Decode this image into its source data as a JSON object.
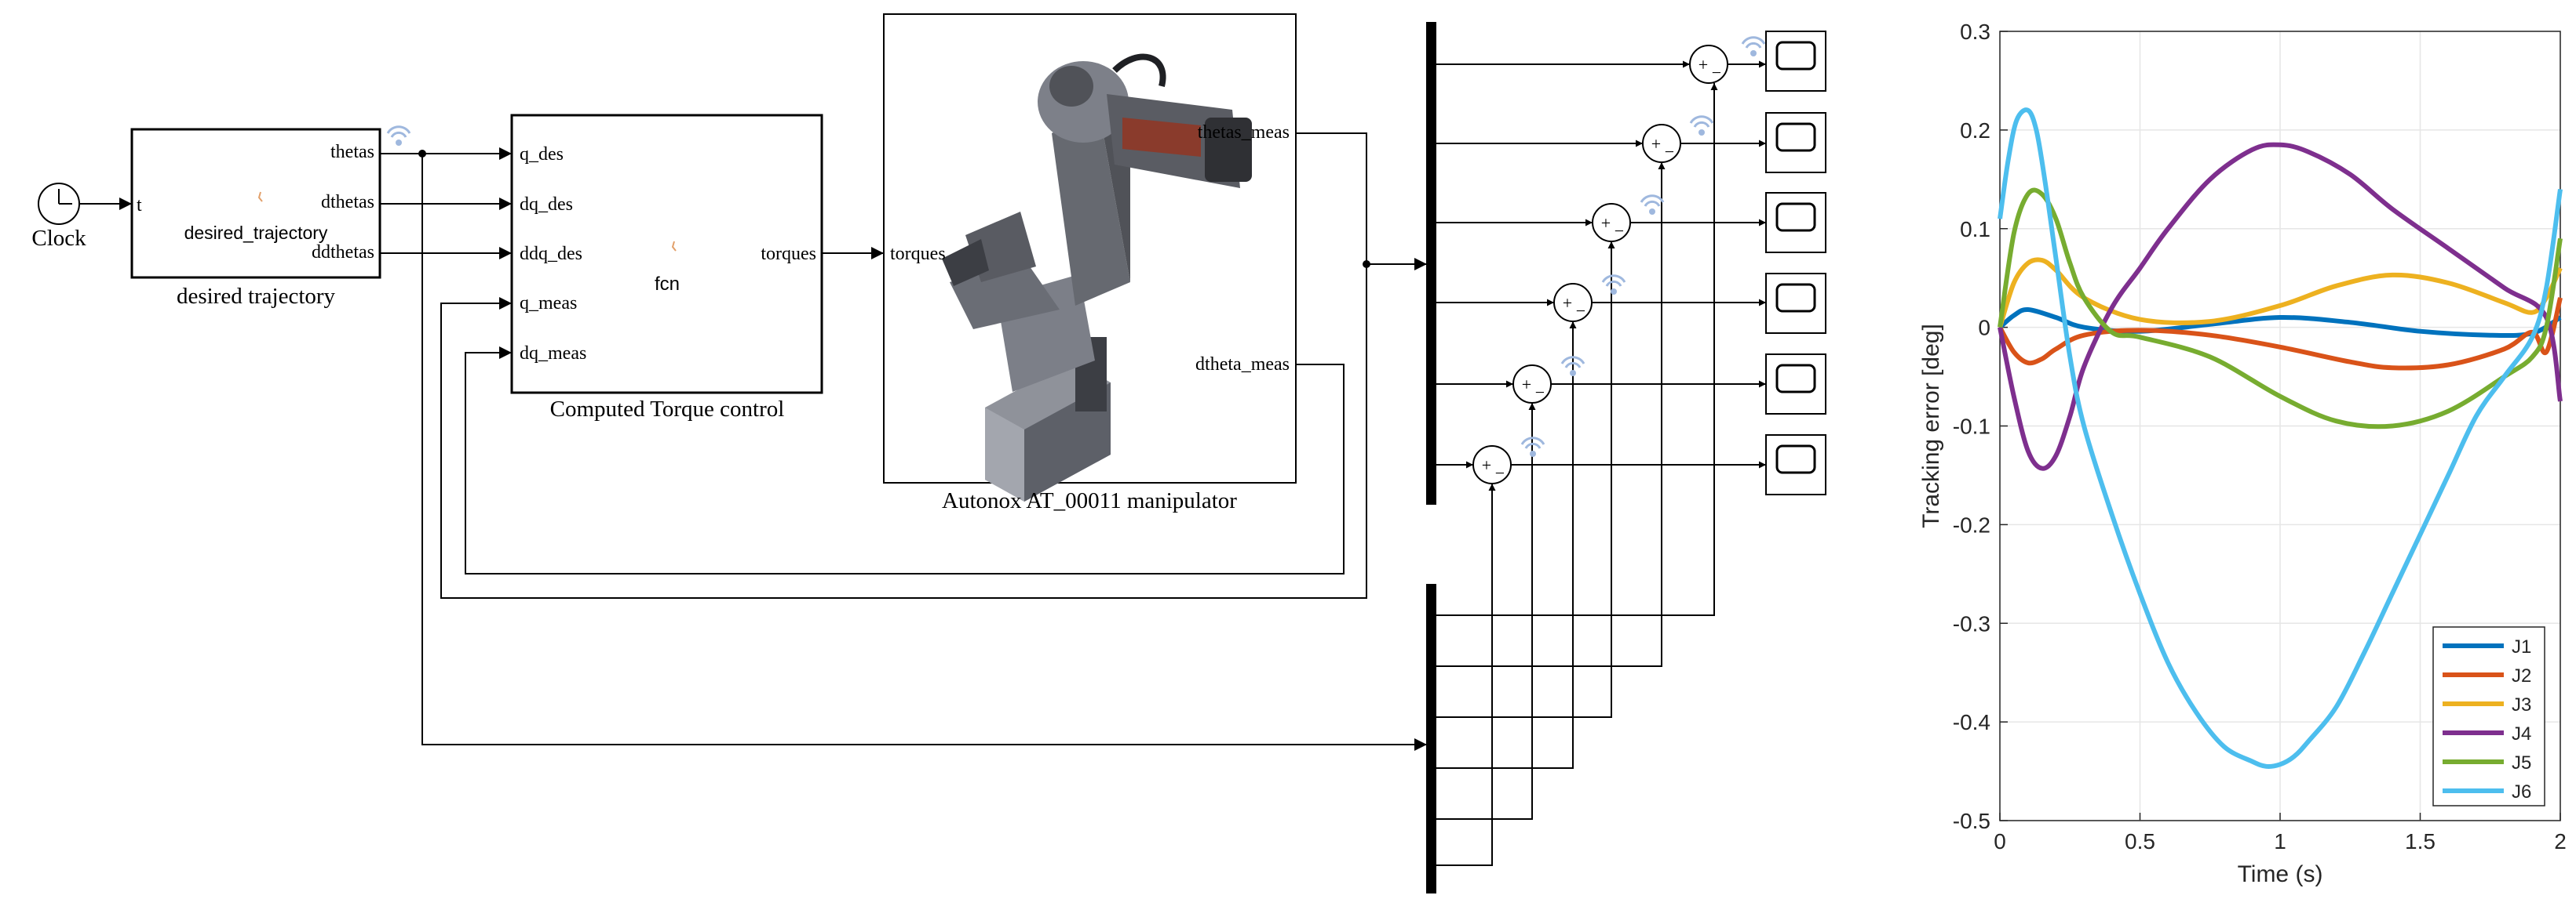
{
  "diagram": {
    "clock_label": "Clock",
    "traj_block_caption": "desired trajectory",
    "traj_block_inner": "desired_trajectory",
    "traj_in_port": "t",
    "traj_out_ports": [
      "thetas",
      "dthetas",
      "ddthetas"
    ],
    "ctrl_in_ports": [
      "q_des",
      "dq_des",
      "ddq_des",
      "q_meas",
      "dq_meas"
    ],
    "ctrl_inner": "fcn",
    "ctrl_out_port": "torques",
    "ctrl_caption": "Computed Torque control",
    "robot_in_port": "torques",
    "robot_out_ports": [
      "thetas_meas",
      "dtheta_meas"
    ],
    "robot_caption": "Autonox AT_00011 manipulator",
    "sum_plus": "+",
    "sum_minus": "−"
  },
  "colors": {
    "j1": "#0072BD",
    "j2": "#D95319",
    "j3": "#EDB120",
    "j4": "#7E2F8E",
    "j5": "#77AC30",
    "j6": "#4DBEEE",
    "wifi": "#9fb8de",
    "robot_body": "#6b6e76",
    "accent": "#e2a06a"
  },
  "chart_data": {
    "type": "line",
    "xlabel": "Time (s)",
    "ylabel": "Tracking error [deg]",
    "xlim": [
      0,
      2
    ],
    "ylim": [
      -0.5,
      0.3
    ],
    "x_ticks": [
      "0",
      "0.5",
      "1",
      "1.5",
      "2"
    ],
    "y_ticks": [
      "0.3",
      "0.2",
      "0.1",
      "0",
      "-0.1",
      "-0.2",
      "-0.3",
      "-0.4",
      "-0.5"
    ],
    "grid": true,
    "legend_position": "bottom-right",
    "series": [
      {
        "name": "J1",
        "color": "#0072BD",
        "x": [
          0,
          0.05,
          0.1,
          0.2,
          0.3,
          0.5,
          0.75,
          1.0,
          1.25,
          1.5,
          1.75,
          1.9,
          2.0
        ],
        "y": [
          0,
          0.012,
          0.018,
          0.01,
          0.0,
          -0.004,
          0.003,
          0.01,
          0.005,
          -0.004,
          -0.008,
          -0.006,
          0.01
        ]
      },
      {
        "name": "J2",
        "color": "#D95319",
        "x": [
          0,
          0.05,
          0.1,
          0.15,
          0.2,
          0.3,
          0.5,
          0.75,
          1.0,
          1.25,
          1.4,
          1.6,
          1.8,
          1.9,
          1.95,
          2.0
        ],
        "y": [
          0,
          -0.025,
          -0.036,
          -0.032,
          -0.022,
          -0.008,
          -0.003,
          -0.008,
          -0.02,
          -0.035,
          -0.041,
          -0.038,
          -0.022,
          -0.005,
          -0.025,
          0.03
        ]
      },
      {
        "name": "J3",
        "color": "#EDB120",
        "x": [
          0,
          0.05,
          0.1,
          0.15,
          0.2,
          0.3,
          0.5,
          0.75,
          1.0,
          1.2,
          1.4,
          1.6,
          1.8,
          1.9,
          1.95,
          2.0
        ],
        "y": [
          0,
          0.045,
          0.065,
          0.068,
          0.058,
          0.03,
          0.008,
          0.006,
          0.022,
          0.042,
          0.053,
          0.045,
          0.025,
          0.015,
          0.03,
          0.06
        ]
      },
      {
        "name": "J4",
        "color": "#7E2F8E",
        "x": [
          0,
          0.05,
          0.1,
          0.15,
          0.2,
          0.25,
          0.3,
          0.4,
          0.5,
          0.6,
          0.75,
          0.9,
          1.0,
          1.1,
          1.25,
          1.4,
          1.6,
          1.8,
          1.95,
          2.0
        ],
        "y": [
          0,
          -0.07,
          -0.125,
          -0.143,
          -0.13,
          -0.09,
          -0.04,
          0.02,
          0.06,
          0.1,
          0.15,
          0.18,
          0.185,
          0.178,
          0.155,
          0.12,
          0.08,
          0.04,
          0.01,
          -0.075
        ]
      },
      {
        "name": "J5",
        "color": "#77AC30",
        "x": [
          0,
          0.05,
          0.1,
          0.15,
          0.2,
          0.25,
          0.3,
          0.4,
          0.5,
          0.75,
          1.0,
          1.2,
          1.4,
          1.6,
          1.8,
          1.9,
          1.95,
          2.0
        ],
        "y": [
          0,
          0.095,
          0.135,
          0.135,
          0.11,
          0.065,
          0.03,
          -0.005,
          -0.01,
          -0.03,
          -0.07,
          -0.095,
          -0.1,
          -0.085,
          -0.05,
          -0.03,
          0.0,
          0.09
        ]
      },
      {
        "name": "J6",
        "color": "#4DBEEE",
        "x": [
          0,
          0.03,
          0.06,
          0.1,
          0.13,
          0.16,
          0.2,
          0.25,
          0.3,
          0.4,
          0.5,
          0.6,
          0.7,
          0.8,
          0.9,
          0.95,
          1.0,
          1.05,
          1.1,
          1.2,
          1.3,
          1.4,
          1.5,
          1.6,
          1.7,
          1.8,
          1.9,
          1.95,
          2.0
        ],
        "y": [
          0.11,
          0.17,
          0.21,
          0.22,
          0.2,
          0.15,
          0.07,
          -0.03,
          -0.1,
          -0.19,
          -0.27,
          -0.34,
          -0.39,
          -0.425,
          -0.44,
          -0.445,
          -0.443,
          -0.435,
          -0.42,
          -0.385,
          -0.33,
          -0.27,
          -0.21,
          -0.15,
          -0.09,
          -0.05,
          -0.01,
          0.04,
          0.14
        ]
      }
    ]
  }
}
